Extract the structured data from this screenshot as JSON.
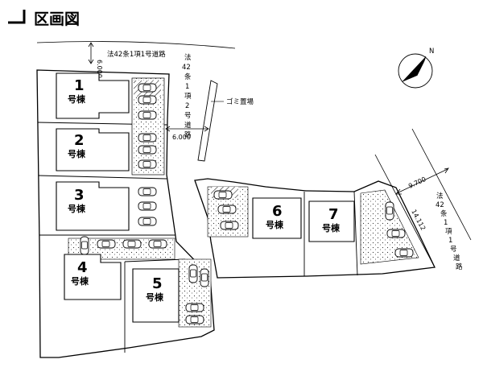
{
  "title": "区画図",
  "roads": {
    "north": "法42条1項1号道路",
    "vertical": [
      "法",
      "42",
      "条",
      "1",
      "項",
      "2",
      "号",
      "道",
      "路"
    ],
    "east": [
      "法",
      "42",
      "条",
      "1",
      "項",
      "1",
      "号",
      "道",
      "路"
    ]
  },
  "dimensions": {
    "north_width": "6.000",
    "access_width": "6.000",
    "east_width": "9.700",
    "east_frontage": "14.112"
  },
  "garbage": "ゴミ置場",
  "compass": "N",
  "lots": [
    {
      "num": "1",
      "label": "号棟"
    },
    {
      "num": "2",
      "label": "号棟"
    },
    {
      "num": "3",
      "label": "号棟"
    },
    {
      "num": "4",
      "label": "号棟"
    },
    {
      "num": "5",
      "label": "号棟"
    },
    {
      "num": "6",
      "label": "号棟"
    },
    {
      "num": "7",
      "label": "号棟"
    }
  ]
}
